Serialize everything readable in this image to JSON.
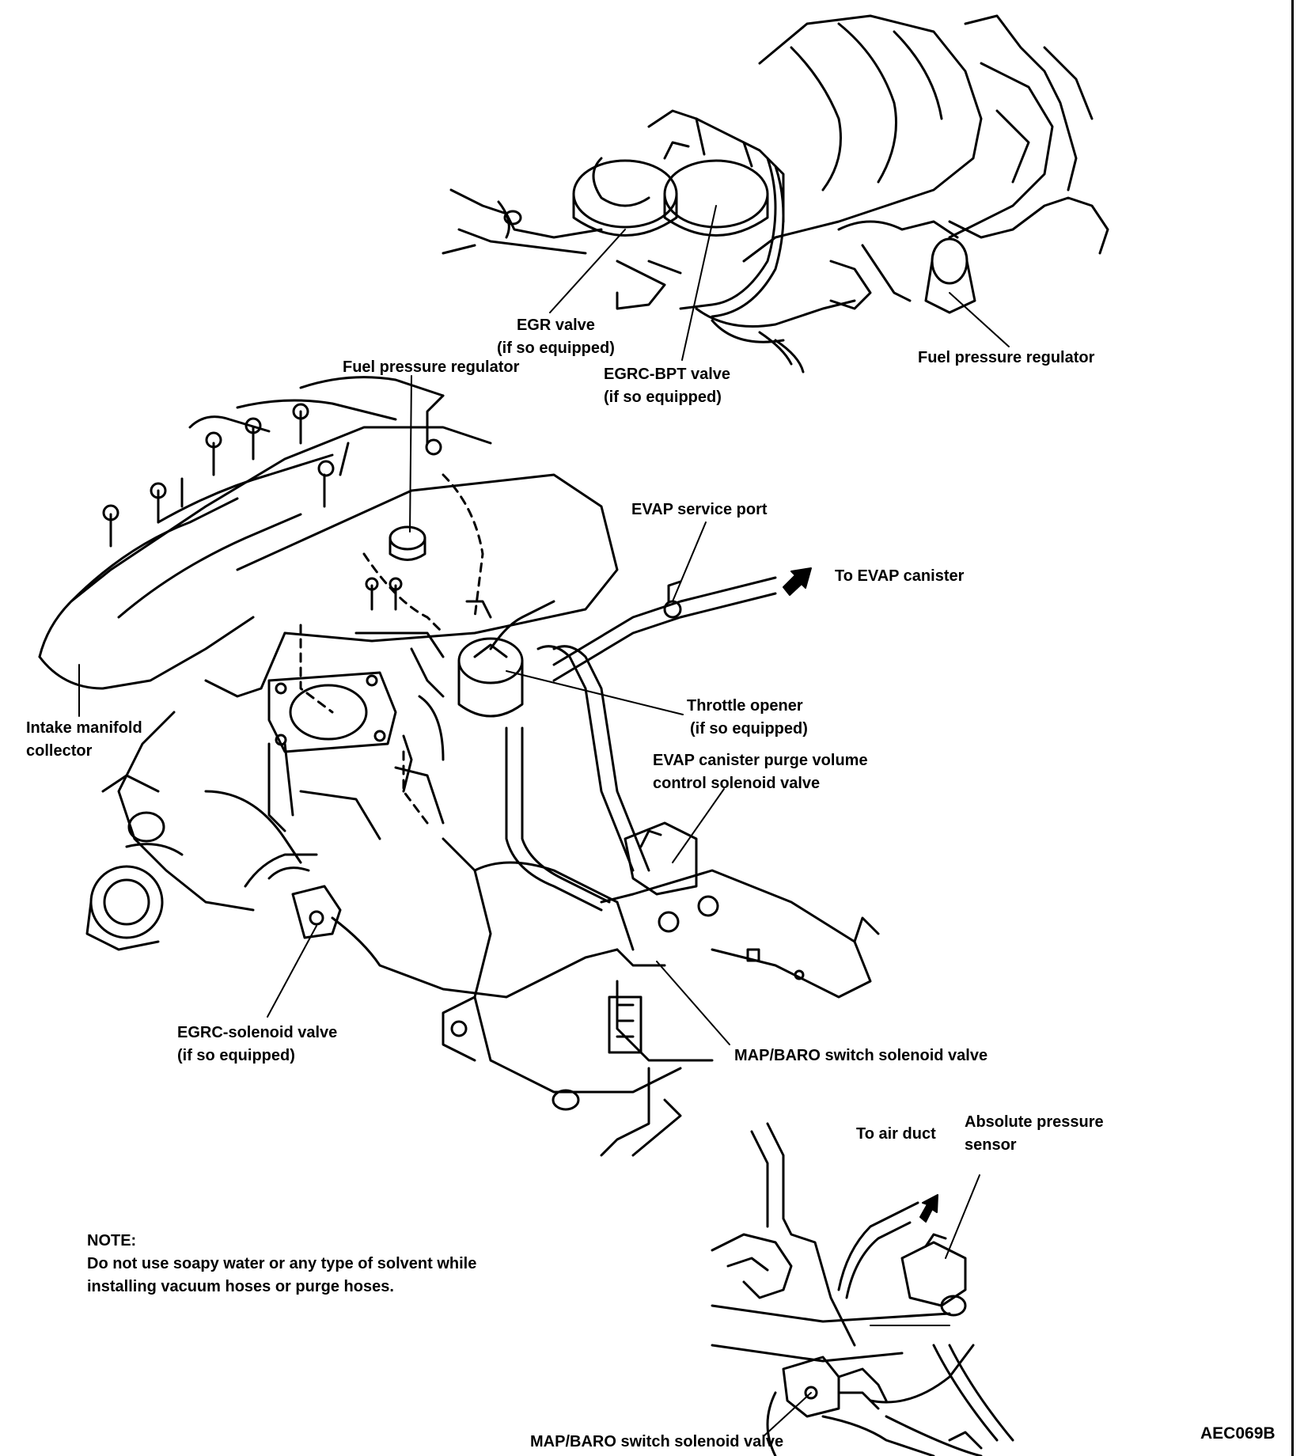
{
  "labels": {
    "egr_valve": [
      "EGR valve",
      "(if so equipped)"
    ],
    "egrc_bpt_valve": [
      "EGRC-BPT valve",
      "(if so equipped)"
    ],
    "fuel_pressure_regulator_top": [
      "Fuel pressure regulator"
    ],
    "fuel_pressure_regulator_main": [
      "Fuel pressure regulator"
    ],
    "evap_service_port": [
      "EVAP service port"
    ],
    "to_evap_canister": [
      "To EVAP canister"
    ],
    "intake_manifold_collector": [
      "Intake manifold",
      "collector"
    ],
    "throttle_opener": [
      "Throttle opener",
      "(if so equipped)"
    ],
    "evap_purge_valve": [
      "EVAP canister purge volume",
      "control solenoid valve"
    ],
    "egrc_solenoid_valve": [
      "EGRC-solenoid valve",
      "(if so equipped)"
    ],
    "map_baro_main": [
      "MAP/BARO switch solenoid valve"
    ],
    "to_air_duct": [
      "To air duct"
    ],
    "absolute_pressure_sensor": [
      "Absolute pressure",
      "sensor"
    ],
    "map_baro_detail": [
      "MAP/BARO switch solenoid valve"
    ]
  },
  "note": {
    "heading": "NOTE:",
    "line1": "Do not use soapy water or any type of solvent while",
    "line2": "installing vacuum hoses or purge hoses."
  },
  "figure_code": "AEC069B"
}
